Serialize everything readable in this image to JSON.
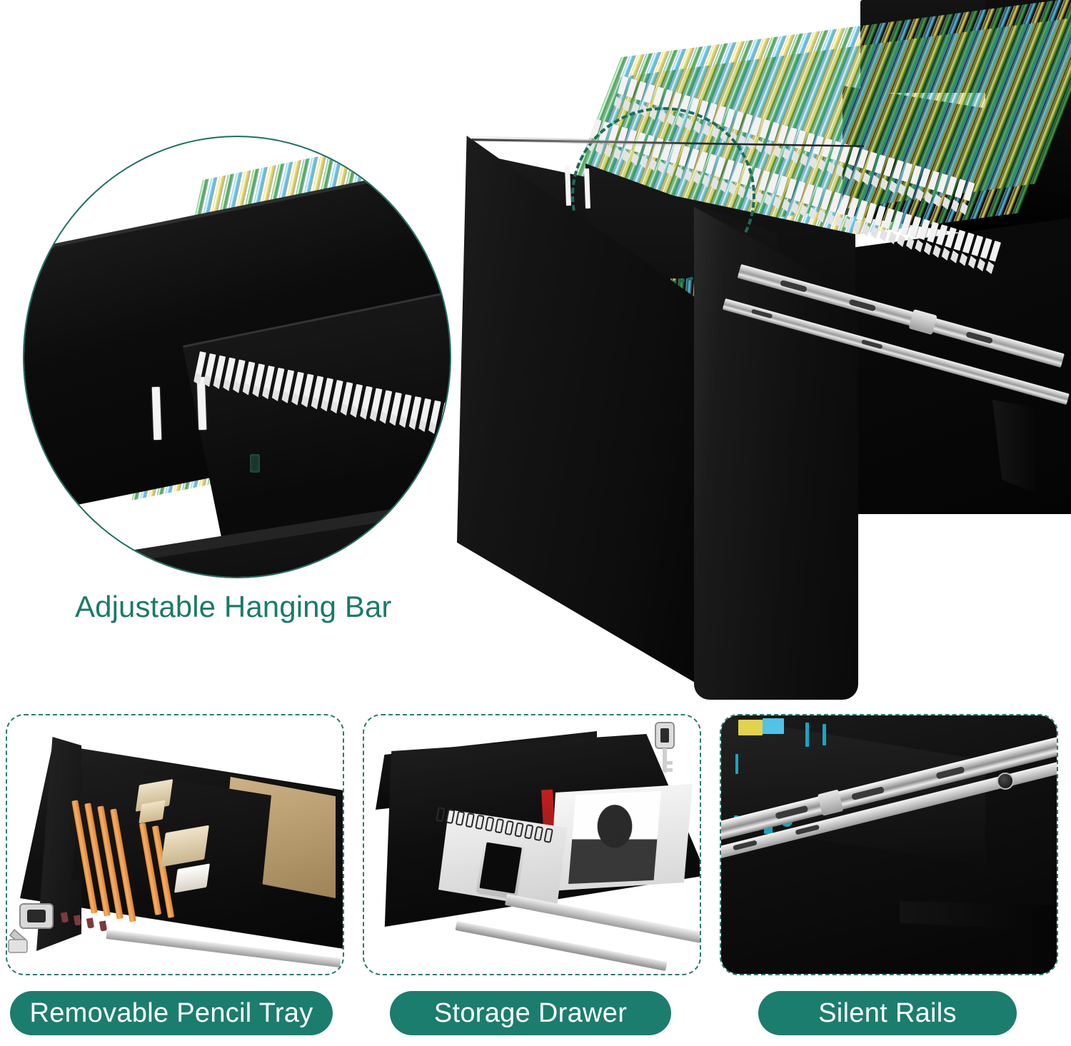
{
  "theme": {
    "accent_teal": "#1b7d6e",
    "caption_teal": "#1b7a68",
    "dashed_border": "#2a7a6c",
    "circle_ring": "#1f6f63",
    "callout_dashed": "#1d6b5c",
    "pill_text": "#ffffff",
    "background": "#ffffff",
    "folder_green": "#3aaa4a",
    "folder_blue": "#4fc3e8",
    "folder_yellow": "#e5d84e",
    "folder_tab_white": "#f2f2f2",
    "cabinet_black": "#0d0d0d",
    "rail_silver": "#cdcdcd",
    "pencil_orange": "#f0a050",
    "kraft_folder": "#c1a478"
  },
  "top": {
    "detail_inset": {
      "name": "adjustable-hanging-bar-closeup",
      "shape": "circle",
      "caption": "Adjustable Hanging Bar",
      "slot_count": 2,
      "folder_colors": [
        "#3aaa4a",
        "#4fc3e8",
        "#e5d84e"
      ]
    },
    "main_image": {
      "name": "open-file-drawer-with-hanging-folders",
      "callout_shape": "dashed-ellipse",
      "callout_target": "adjustable hanging bar slots",
      "folder_colors": [
        "#3aaa4a",
        "#4fc3e8",
        "#e5d84e"
      ],
      "rail_count": 2
    }
  },
  "bottom": {
    "panels": [
      {
        "id": "removable-pencil-tray",
        "label": "Removable Pencil Tray",
        "contents": [
          "pencils",
          "erasers",
          "wood blocks",
          "kraft folder",
          "lock with key"
        ]
      },
      {
        "id": "storage-drawer",
        "label": "Storage Drawer",
        "contents": [
          "spiral notebook",
          "smartphone",
          "magazine",
          "lock with key"
        ]
      },
      {
        "id": "silent-rails",
        "label": "Silent Rails",
        "contents": [
          "ball-bearing slide rail",
          "mounting screw"
        ]
      }
    ]
  }
}
